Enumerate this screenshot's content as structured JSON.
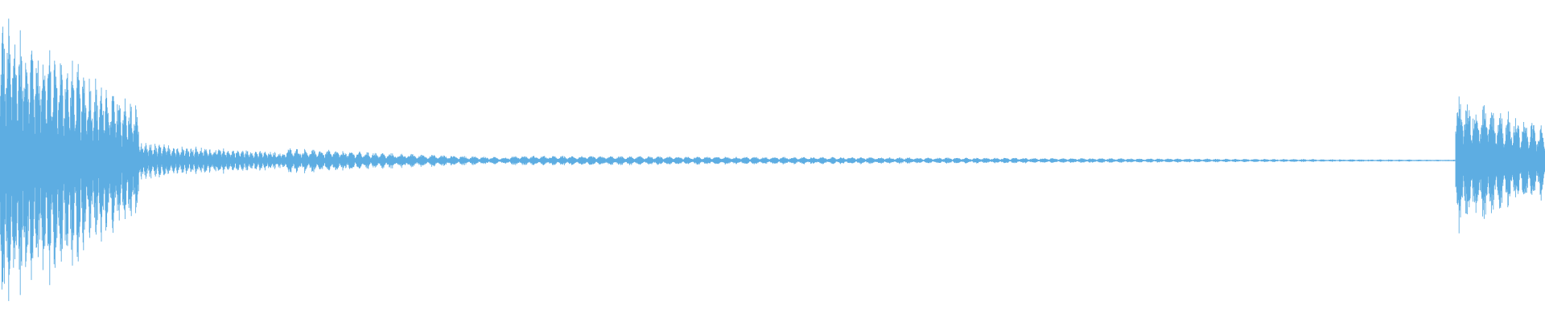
{
  "waveform": {
    "color": "#5dade2",
    "segments": [
      {
        "name": "attack-burst",
        "start": 0.0,
        "end": 0.09,
        "peak": 0.98,
        "decay": 0.62,
        "lobes": 24
      },
      {
        "name": "noisy-tail",
        "start": 0.09,
        "end": 0.185,
        "peak": 0.12,
        "decay": 0.55,
        "lobes": 32
      },
      {
        "name": "ripple-a",
        "start": 0.185,
        "end": 0.25,
        "peak": 0.085,
        "decay": 0.4,
        "lobes": 13
      },
      {
        "name": "ripple-b",
        "start": 0.25,
        "end": 0.33,
        "peak": 0.05,
        "decay": 0.6,
        "lobes": 12
      },
      {
        "name": "ripple-c",
        "start": 0.33,
        "end": 0.94,
        "peak": 0.032,
        "decay": 0.85,
        "lobes": 98
      },
      {
        "name": "quiet-gap",
        "start": 0.94,
        "end": 0.942,
        "peak": 0.005,
        "decay": 0.0,
        "lobes": 1
      },
      {
        "name": "second-burst",
        "start": 0.942,
        "end": 1.0,
        "peak": 0.46,
        "decay": 0.5,
        "lobes": 11
      }
    ]
  }
}
